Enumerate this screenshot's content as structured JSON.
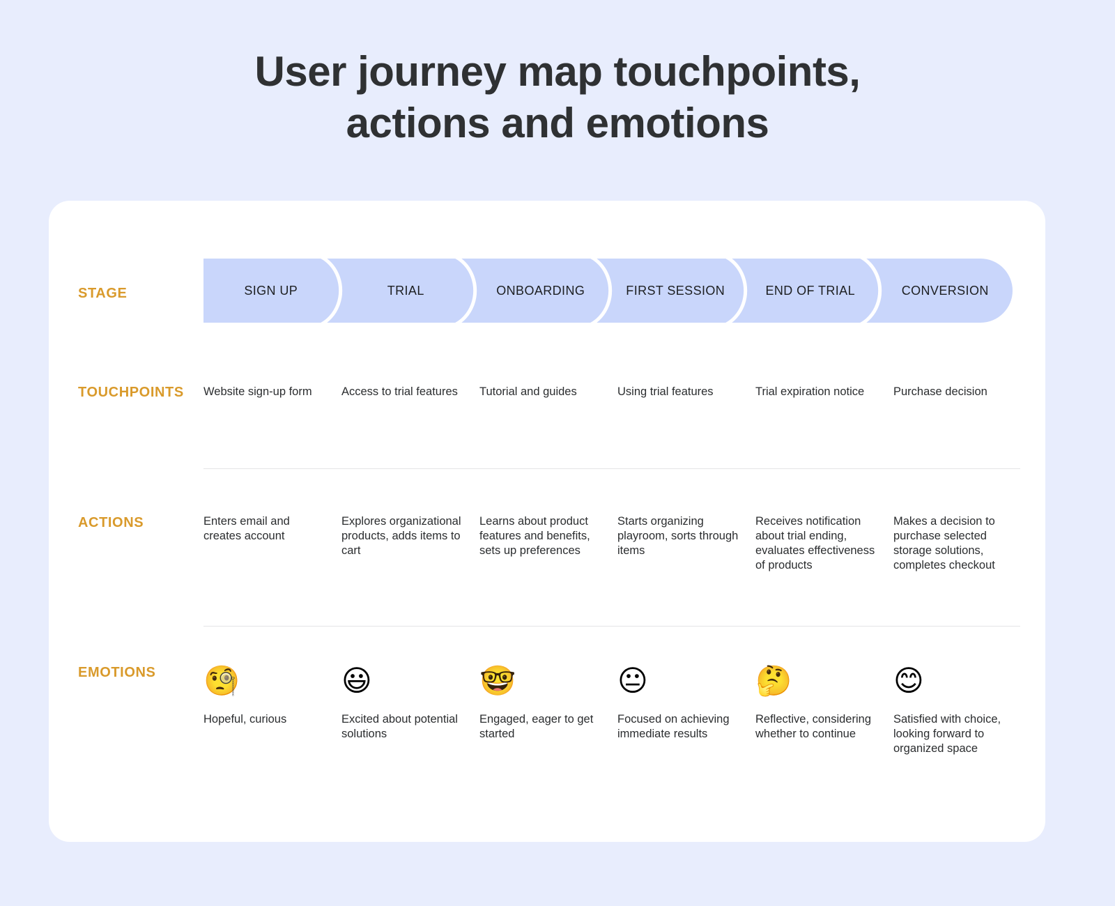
{
  "title": "User journey map touchpoints,\nactions and emotions",
  "theme": {
    "background": "#e8edfd",
    "card_background": "#ffffff",
    "label_accent": "#d99a2b",
    "stage_fill": "#c9d6fb",
    "text": "#2b2d2f",
    "divider": "#e4e4e6"
  },
  "rows": {
    "stage_label": "STAGE",
    "touchpoints_label": "TOUCHPOINTS",
    "actions_label": "ACTIONS",
    "emotions_label": "EMOTIONS"
  },
  "chart_data": {
    "type": "table",
    "title": "User journey map touchpoints, actions and emotions",
    "columns": [
      "SIGN UP",
      "TRIAL",
      "ONBOARDING",
      "FIRST SESSION",
      "END OF TRIAL",
      "CONVERSION"
    ],
    "row_headers": [
      "STAGE",
      "TOUCHPOINTS",
      "ACTIONS",
      "EMOTIONS"
    ],
    "rows": {
      "touchpoints": [
        "Website sign-up form",
        "Access to trial features",
        "Tutorial and guides",
        "Using trial features",
        "Trial expiration notice",
        "Purchase decision"
      ],
      "actions": [
        "Enters email and creates account",
        "Explores organizational products, adds items to cart",
        "Learns about product features and benefits, sets up preferences",
        "Starts organizing playroom, sorts through items",
        "Receives notification about trial ending, evaluates effectiveness of products",
        "Makes a decision to purchase selected storage solutions, completes checkout"
      ],
      "emotions": [
        "Hopeful, curious",
        "Excited about potential solutions",
        "Engaged, eager to get started",
        "Focused on achieving immediate results",
        "Reflective, considering whether to continue",
        "Satisfied with choice, looking forward to organized space"
      ],
      "emotion_icons": [
        "face-with-monocle-icon",
        "grinning-face-icon",
        "nerd-face-icon",
        "neutral-face-icon",
        "thinking-face-icon",
        "smiling-face-with-smiling-eyes-icon"
      ],
      "emotion_glyphs": [
        "🧐",
        "😃",
        "🤓",
        "😐",
        "🤔",
        "😊"
      ]
    }
  }
}
